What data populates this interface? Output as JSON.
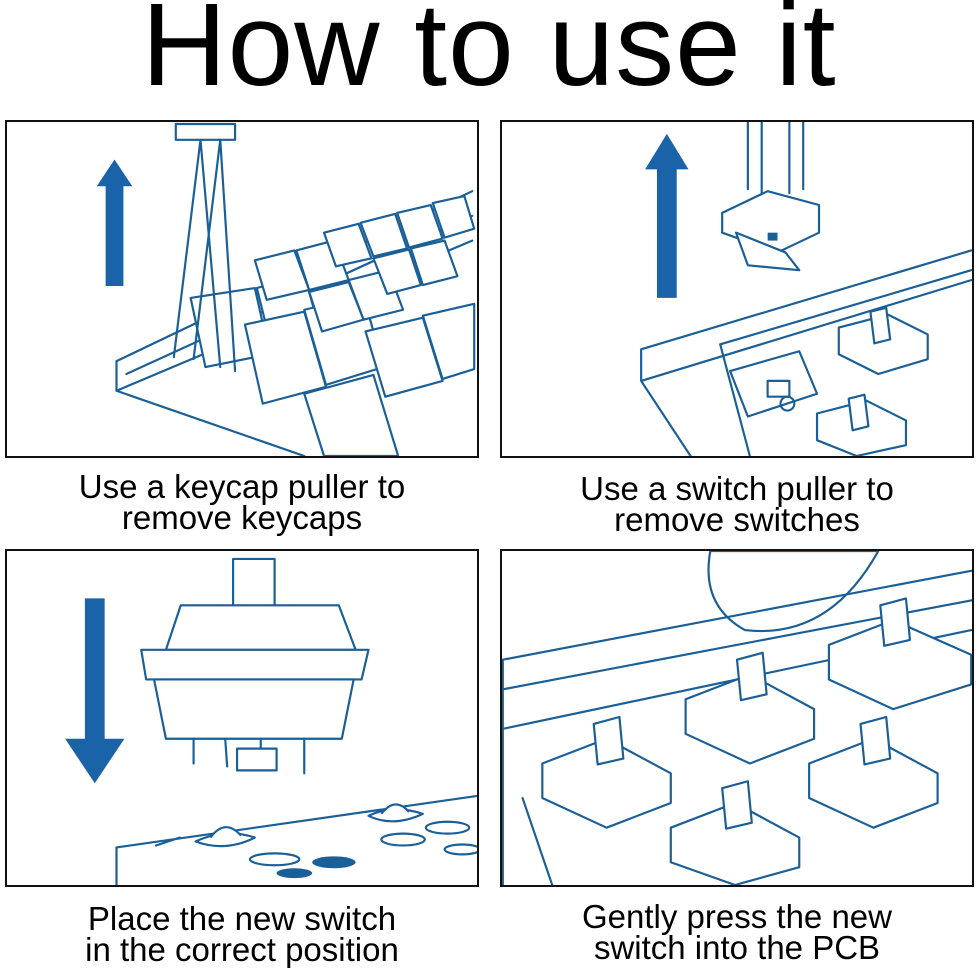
{
  "title": "How to use it",
  "steps": [
    {
      "line1": "Use a keycap puller to",
      "line2": "remove keycaps"
    },
    {
      "line1": "Use a switch puller to",
      "line2": "remove switches"
    },
    {
      "line1": "Place the new switch",
      "line2": "in the correct position"
    },
    {
      "line1": "Gently press the new",
      "line2": "switch into the PCB"
    }
  ],
  "colors": {
    "line_art": "#1b5f97",
    "arrow": "#1b63a8",
    "text": "#000000",
    "border": "#111111"
  }
}
